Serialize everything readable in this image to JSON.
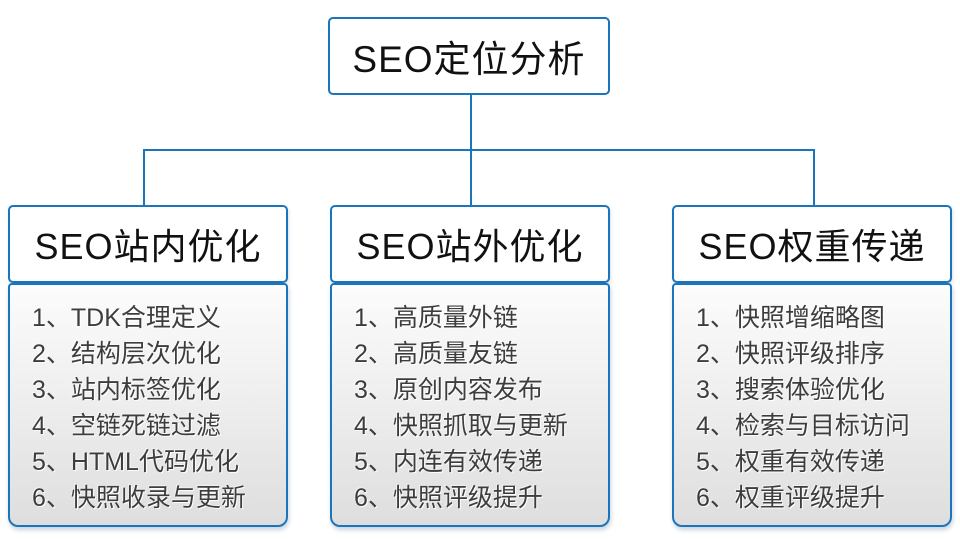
{
  "diagram": {
    "root": {
      "label": "SEO定位分析"
    },
    "columns": [
      {
        "title": "SEO站内优化",
        "items": [
          "1、TDK合理定义",
          "2、结构层次优化",
          "3、站内标签优化",
          "4、空链死链过滤",
          "5、HTML代码优化",
          "6、快照收录与更新"
        ]
      },
      {
        "title": "SEO站外优化",
        "items": [
          "1、高质量外链",
          "2、高质量友链",
          "3、原创内容发布",
          "4、快照抓取与更新",
          "5、内连有效传递",
          "6、快照评级提升"
        ]
      },
      {
        "title": "SEO权重传递",
        "items": [
          "1、快照增缩略图",
          "2、快照评级排序",
          "3、搜索体验优化",
          "4、检索与目标访问",
          "5、权重有效传递",
          "6、权重评级提升"
        ]
      }
    ],
    "colors": {
      "accent": "#1B75BC"
    }
  }
}
